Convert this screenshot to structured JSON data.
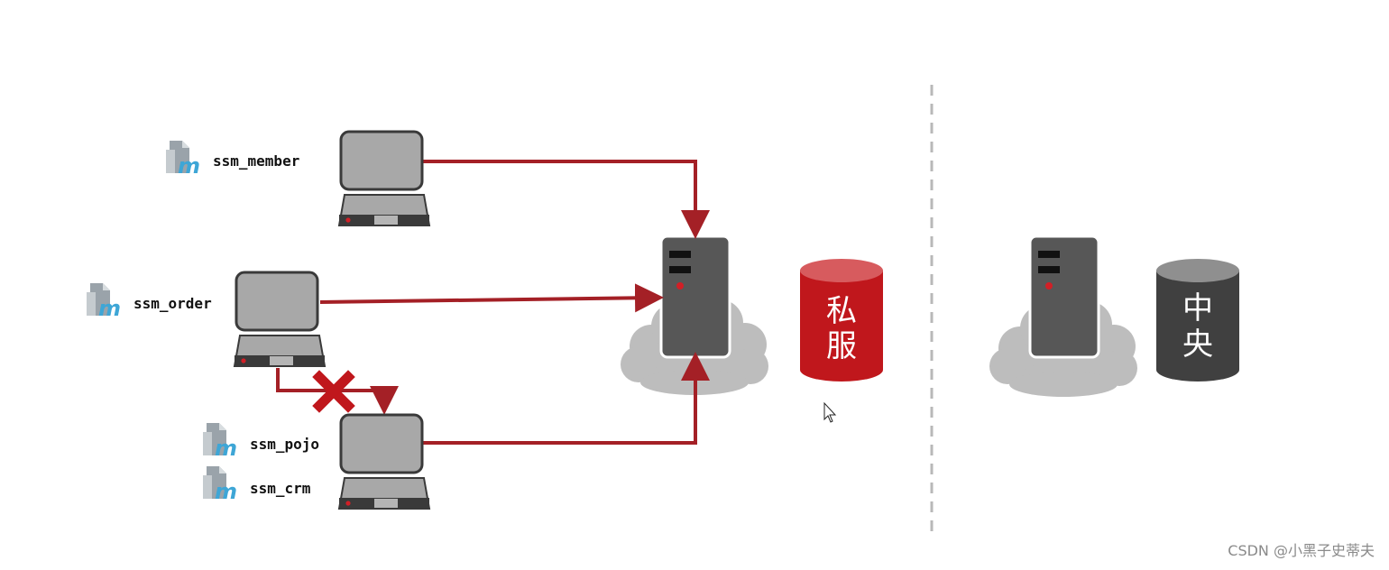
{
  "modules": [
    {
      "name": "ssm_member"
    },
    {
      "name": "ssm_order"
    },
    {
      "name": "ssm_pojo"
    },
    {
      "name": "ssm_crm"
    }
  ],
  "databases": {
    "private": {
      "line1": "私",
      "line2": "服",
      "color": "#c0171c"
    },
    "central": {
      "line1": "中",
      "line2": "央",
      "color": "#404040"
    }
  },
  "colors": {
    "arrow": "#a42026",
    "block_mark": "#c0171c",
    "computer_fill": "#a8a8a8",
    "server_fill": "#575757",
    "cloud_fill": "#bdbdbd",
    "maven_icon_blue": "#3ea6d6"
  },
  "watermark": "CSDN @小黑子史蒂夫"
}
